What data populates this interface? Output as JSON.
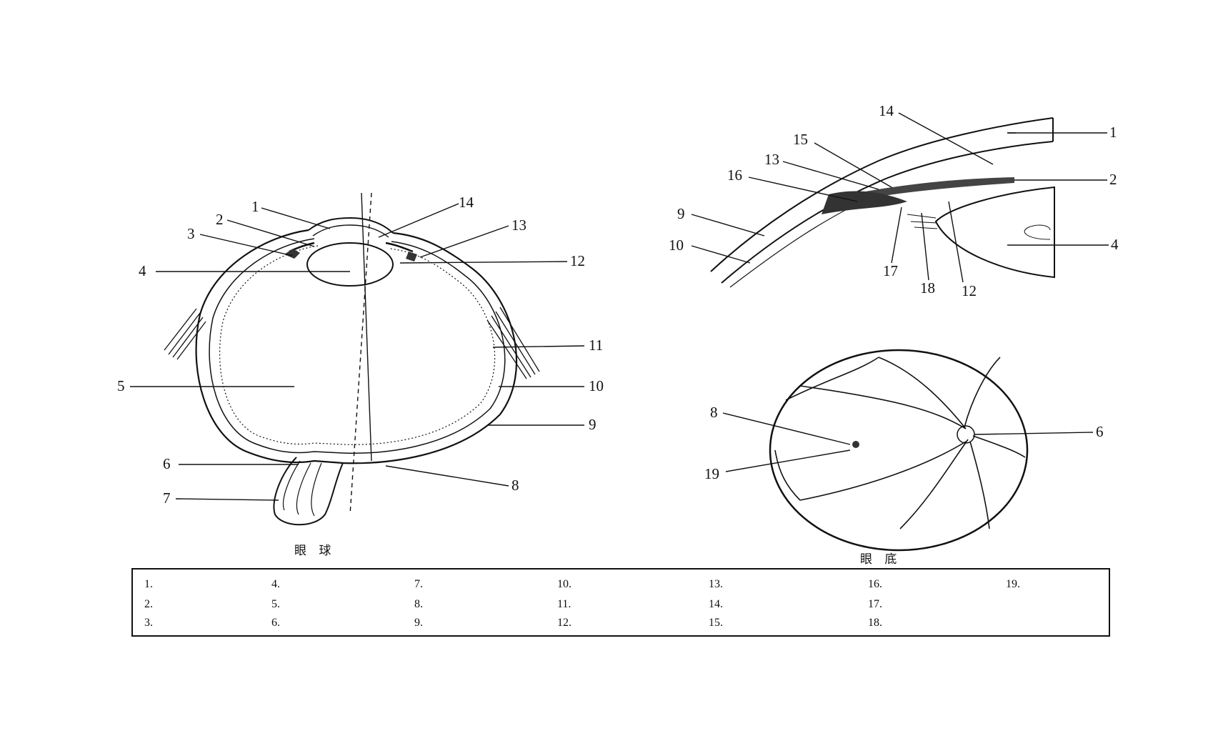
{
  "eyeball": {
    "caption": "眼  球",
    "labels": [
      "1",
      "2",
      "3",
      "4",
      "5",
      "6",
      "7",
      "8",
      "9",
      "10",
      "11",
      "12",
      "13",
      "14"
    ]
  },
  "angle": {
    "labels": [
      "1",
      "2",
      "4",
      "9",
      "10",
      "12",
      "13",
      "14",
      "15",
      "16",
      "17",
      "18"
    ]
  },
  "fundus": {
    "caption": "眼  底",
    "labels": [
      "6",
      "8",
      "19"
    ]
  },
  "table": {
    "columns": [
      [
        "1.",
        "2.",
        "3."
      ],
      [
        "4.",
        "5.",
        "6."
      ],
      [
        "7.",
        "8.",
        "9."
      ],
      [
        "10.",
        "11.",
        "12."
      ],
      [
        "13.",
        "14.",
        "15."
      ],
      [
        "16.",
        "17.",
        "18."
      ],
      [
        "19."
      ]
    ]
  }
}
